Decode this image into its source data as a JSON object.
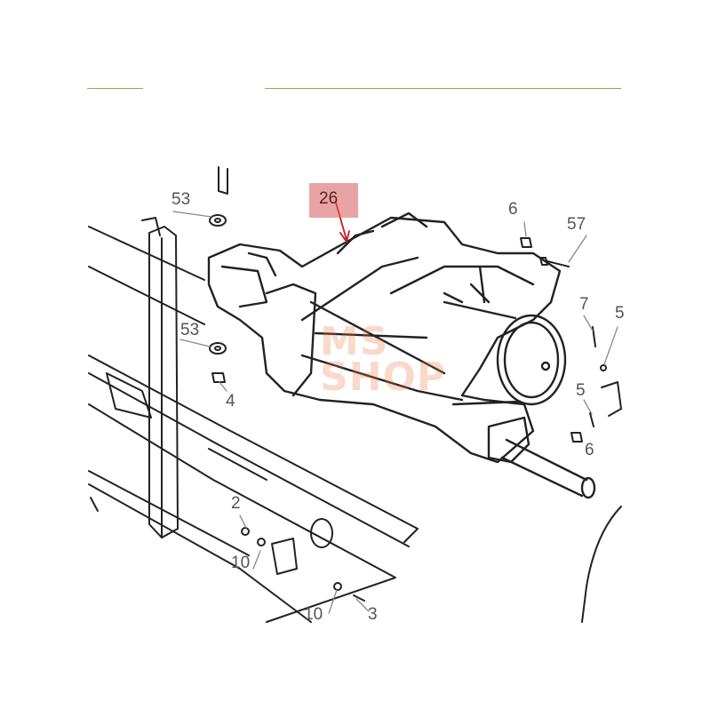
{
  "diagram": {
    "highlight_color": "#d65a5a",
    "rule_color": "#7fb347",
    "line_color": "#222222",
    "label_color": "#555555",
    "callouts": {
      "c26": "26",
      "c6a": "6",
      "c57": "57",
      "c53a": "53",
      "c53b": "53",
      "c4": "4",
      "c7": "7",
      "c5a": "5",
      "c5b": "5",
      "c6b": "6",
      "c2": "2",
      "c10a": "10",
      "c10b": "10",
      "c3": "3"
    },
    "watermark": {
      "line1": "MS",
      "line2": "SHOP"
    }
  }
}
